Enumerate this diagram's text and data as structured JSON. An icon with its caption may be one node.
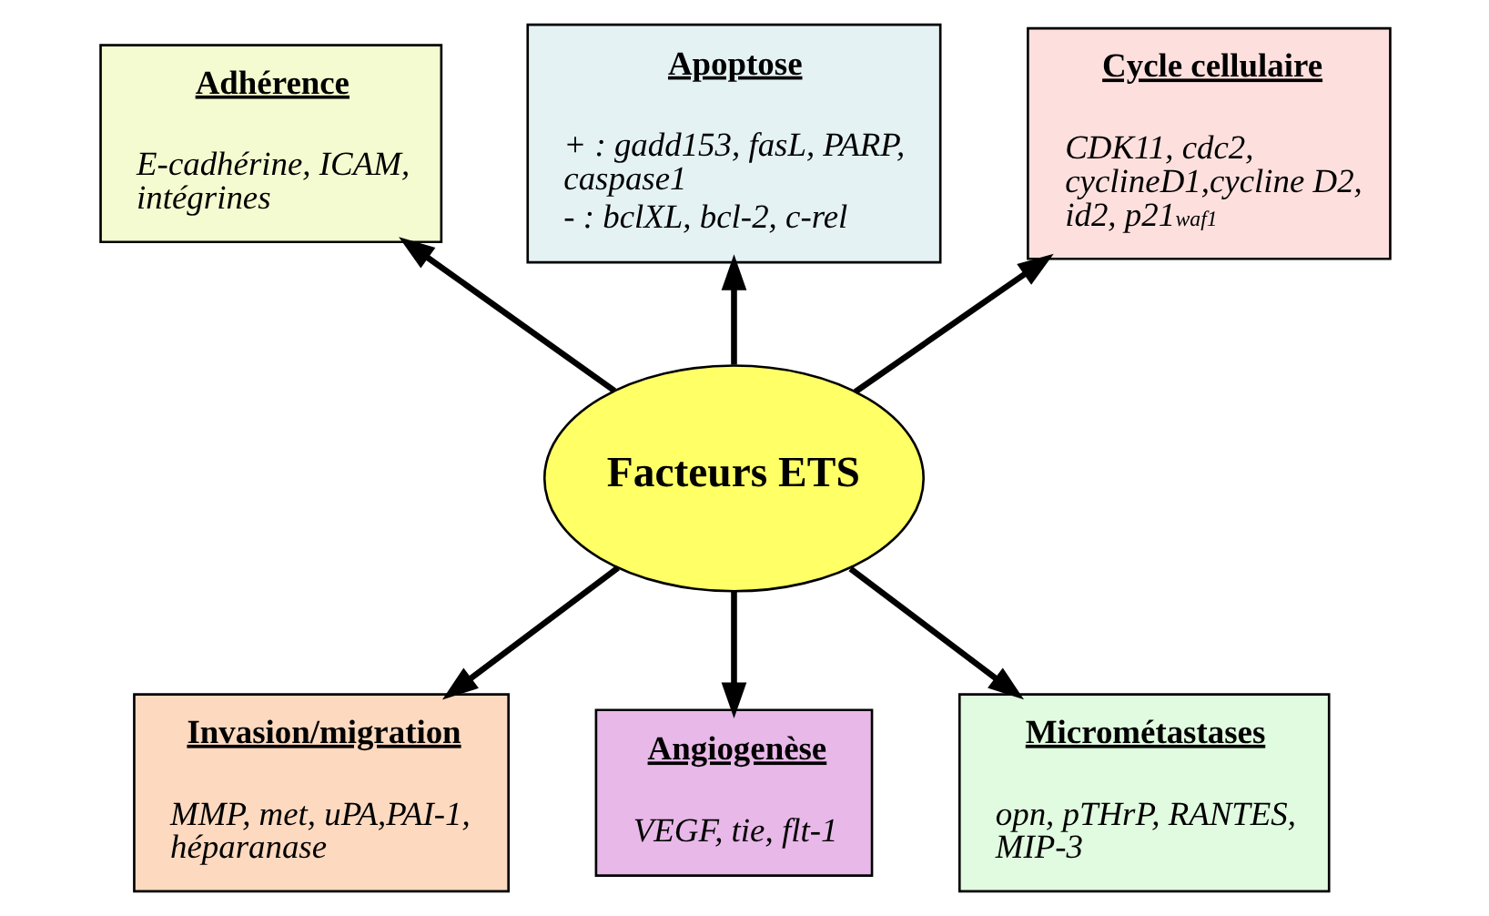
{
  "diagram": {
    "nodes": [
      {
        "text": [
          "Apoptose",
          "+ : gadd153, fasL, PARP, caspase1",
          "- : bclXL, bcl-2, c-rel"
        ]
      },
      {
        "text": [
          "Adhérence",
          "E-cadhérine, ICAM, intégrines"
        ]
      },
      {
        "text": [
          "Cycle cellulaire",
          "CDK11, cdc2, cyclineD1,cycline D2, id2, p21$^{waf1}$"
        ]
      },
      {
        "text": [
          "Facteurs ETS"
        ]
      },
      {
        "text": [
          "Invasion/migration",
          "MMP, met, uPA,PAI-1, héparanase"
        ]
      },
      {
        "text": [
          "Micrométastases",
          "opn, pTHrP, RANTES, MIP-3"
        ]
      },
      {
        "text": [
          "Angiogenèse",
          "VEGF, tie, flt-1"
        ]
      }
    ],
    "edges": [
      {
        "from": 3,
        "to": 0,
        "arrow": "to"
      },
      {
        "from": 3,
        "to": 2,
        "arrow": "to"
      },
      {
        "from": 3,
        "to": 5,
        "arrow": "to"
      },
      {
        "from": 3,
        "to": 6,
        "arrow": "to"
      },
      {
        "from": 3,
        "to": 4,
        "arrow": "to"
      },
      {
        "from": 3,
        "to": 1,
        "arrow": "to"
      }
    ]
  }
}
